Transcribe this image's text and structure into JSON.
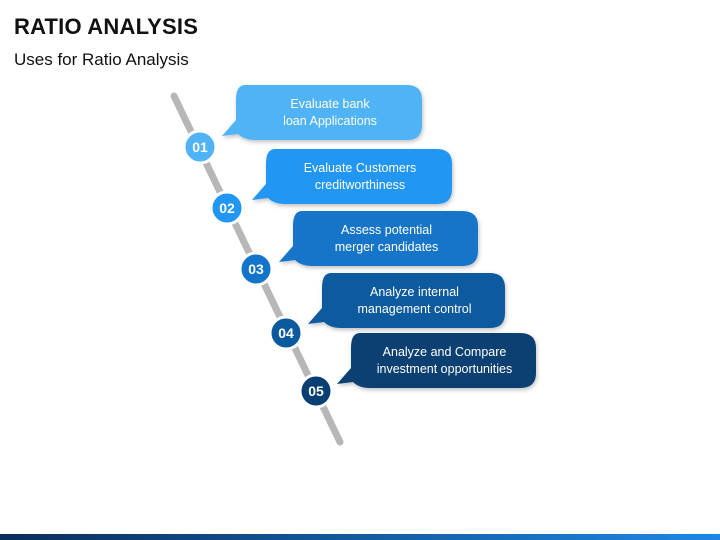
{
  "header": {
    "title": "RATIO ANALYSIS",
    "subtitle": "Uses for Ratio Analysis"
  },
  "steps": [
    {
      "number": "01",
      "text": "Evaluate bank\nloan Applications",
      "color": "#4FB3F6"
    },
    {
      "number": "02",
      "text": "Evaluate Customers\ncreditworthiness",
      "color": "#2196F3"
    },
    {
      "number": "03",
      "text": "Assess potential\nmerger candidates",
      "color": "#1375C9"
    },
    {
      "number": "04",
      "text": "Analyze internal\nmanagement control",
      "color": "#0B5A9E"
    },
    {
      "number": "05",
      "text": "Analyze and Compare\ninvestment opportunities",
      "color": "#083F72"
    }
  ],
  "colors": {
    "rail": "#B7B7B7",
    "footer_left": "#0A2D5A",
    "footer_right": "#1E88E5"
  }
}
